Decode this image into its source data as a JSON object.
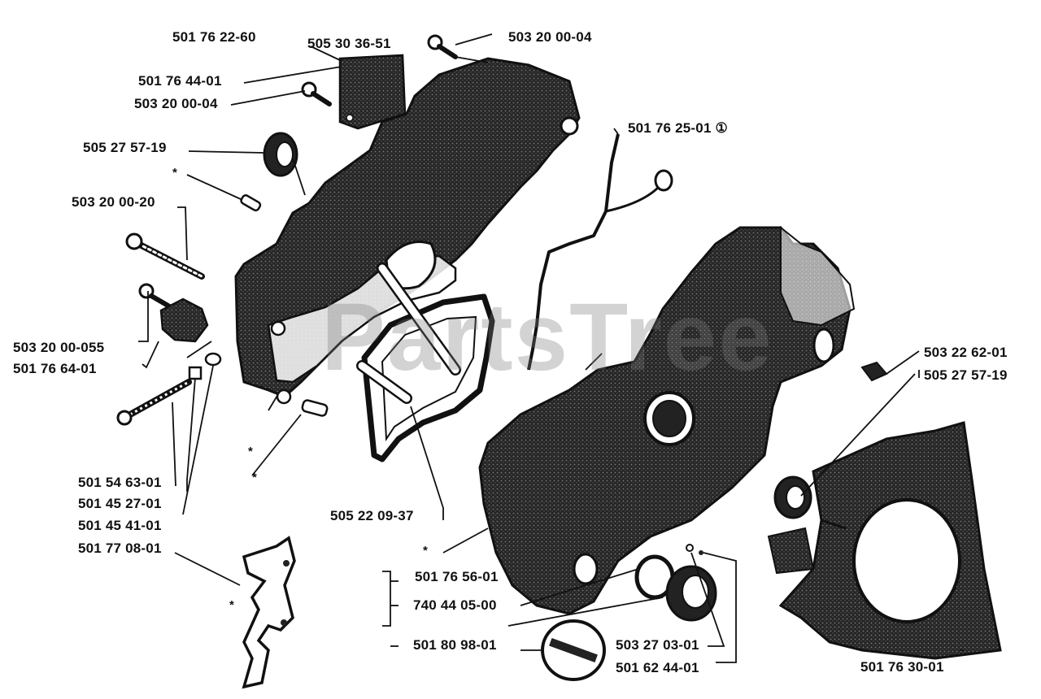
{
  "watermark": "PartsTree",
  "colors": {
    "ink": "#111111",
    "part_fill": "#2b2b2b",
    "hatch": "#6a6a6a",
    "paper": "#ffffff"
  },
  "labels": [
    {
      "id": "l01",
      "text": "501 76 22-60"
    },
    {
      "id": "l02",
      "text": "505 30 36-51"
    },
    {
      "id": "l03",
      "text": "503 20 00-04"
    },
    {
      "id": "l04",
      "text": "501 76 44-01"
    },
    {
      "id": "l05",
      "text": "503 20 00-04"
    },
    {
      "id": "l06",
      "text": "505 27 57-19"
    },
    {
      "id": "l07",
      "text": "501 76 25-01 ①"
    },
    {
      "id": "l08",
      "text": "503 20 00-20"
    },
    {
      "id": "l09",
      "text": "503 20 00-055"
    },
    {
      "id": "l10",
      "text": "501 76 64-01"
    },
    {
      "id": "l11",
      "text": "503 22 62-01"
    },
    {
      "id": "l12",
      "text": "505 27 57-19"
    },
    {
      "id": "l13",
      "text": "501 54 63-01"
    },
    {
      "id": "l14",
      "text": "501 45 27-01"
    },
    {
      "id": "l15",
      "text": "501 45 41-01"
    },
    {
      "id": "l16",
      "text": "505 22 09-37"
    },
    {
      "id": "l17",
      "text": "501 77 08-01"
    },
    {
      "id": "l18",
      "text": "501 76 56-01"
    },
    {
      "id": "l19",
      "text": "740 44 05-00"
    },
    {
      "id": "l20",
      "text": "501 80 98-01"
    },
    {
      "id": "l21",
      "text": "503 27 03-01"
    },
    {
      "id": "l22",
      "text": "501 62 44-01"
    },
    {
      "id": "l23",
      "text": "501 76 30-01"
    }
  ],
  "stars": [
    {
      "id": "s1",
      "text": "*"
    },
    {
      "id": "s2",
      "text": "*"
    },
    {
      "id": "s3",
      "text": "*"
    },
    {
      "id": "s4",
      "text": "*"
    },
    {
      "id": "s5",
      "text": "*"
    }
  ]
}
